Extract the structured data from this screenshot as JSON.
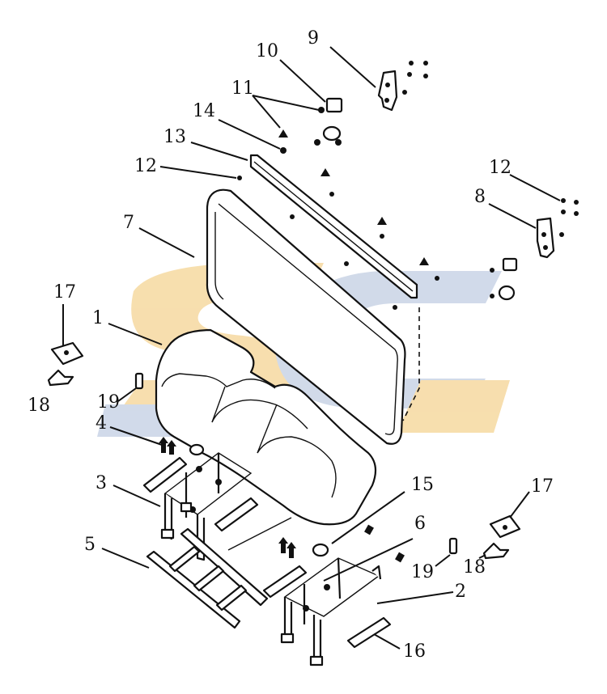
{
  "colors": {
    "ink": "#111111",
    "background": "#ffffff",
    "watermark_gold": "#f6d9a0",
    "watermark_blue": "#c9d4e6"
  },
  "callouts": [
    {
      "id": "c9",
      "text": "9"
    },
    {
      "id": "c10",
      "text": "10"
    },
    {
      "id": "c11",
      "text": "11"
    },
    {
      "id": "c14",
      "text": "14"
    },
    {
      "id": "c13",
      "text": "13"
    },
    {
      "id": "c12a",
      "text": "12"
    },
    {
      "id": "c12b",
      "text": "12"
    },
    {
      "id": "c8",
      "text": "8"
    },
    {
      "id": "c7",
      "text": "7"
    },
    {
      "id": "c17a",
      "text": "17"
    },
    {
      "id": "c1",
      "text": "1"
    },
    {
      "id": "c18a",
      "text": "18"
    },
    {
      "id": "c19a",
      "text": "19"
    },
    {
      "id": "c4",
      "text": "4"
    },
    {
      "id": "c3",
      "text": "3"
    },
    {
      "id": "c15",
      "text": "15"
    },
    {
      "id": "c17b",
      "text": "17"
    },
    {
      "id": "c6",
      "text": "6"
    },
    {
      "id": "c5",
      "text": "5"
    },
    {
      "id": "c19b",
      "text": "19"
    },
    {
      "id": "c18b",
      "text": "18"
    },
    {
      "id": "c2",
      "text": "2"
    },
    {
      "id": "c16",
      "text": "16"
    }
  ]
}
